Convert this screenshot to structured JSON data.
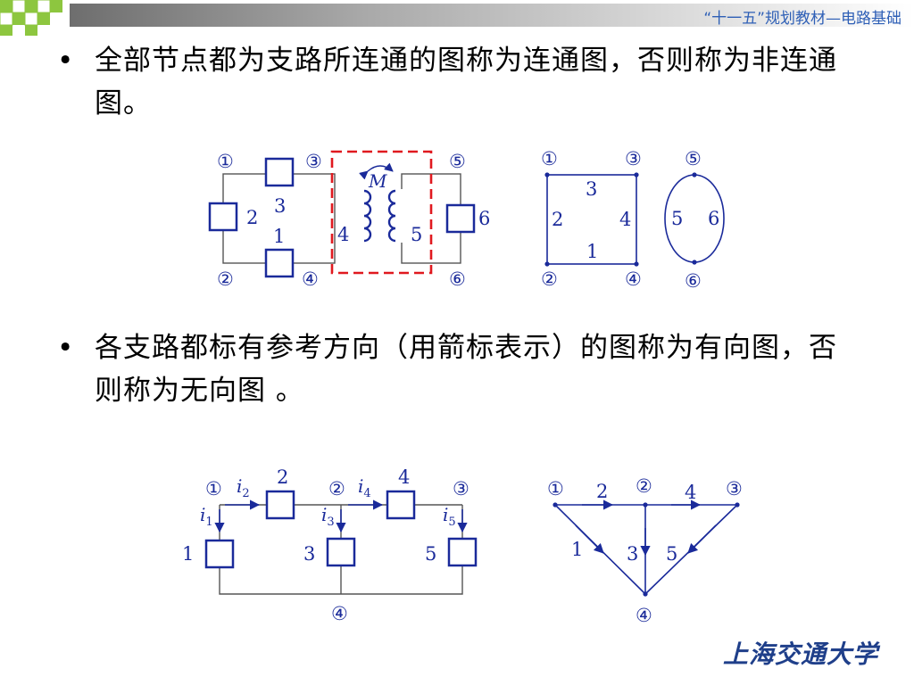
{
  "header": {
    "caption": "“十一五”规划教材—电路基础"
  },
  "bullets": [
    {
      "marker": "•",
      "text": "全部节点都为支路所连通的图称为连通图，否则称为非连通图。"
    },
    {
      "marker": "•",
      "text": "各支路都标有参考方向（用箭标表示）的图称为有向图，否则称为无向图 。"
    }
  ],
  "figures": {
    "circuit_1": {
      "nodes": [
        "①",
        "③",
        "⑤",
        "②",
        "④",
        "⑥"
      ],
      "branches": [
        "3",
        "2",
        "1",
        "4",
        "5",
        "6"
      ],
      "mutual": "M"
    },
    "graph_1": {
      "nodes": [
        "①",
        "③",
        "⑤",
        "②",
        "④",
        "⑥"
      ],
      "edges": [
        "3",
        "2",
        "4",
        "1",
        "5",
        "6"
      ]
    },
    "circuit_2": {
      "nodes": [
        "①",
        "②",
        "③",
        "④"
      ],
      "branches": [
        "2",
        "4",
        "1",
        "3",
        "5"
      ],
      "currents": [
        {
          "sym": "i",
          "sub": "2"
        },
        {
          "sym": "i",
          "sub": "4"
        },
        {
          "sym": "i",
          "sub": "1"
        },
        {
          "sym": "i",
          "sub": "3"
        },
        {
          "sym": "i",
          "sub": "5"
        }
      ]
    },
    "graph_2": {
      "nodes": [
        "①",
        "②",
        "③",
        "④"
      ],
      "edges": [
        "2",
        "4",
        "1",
        "3",
        "5"
      ]
    }
  },
  "logo": {
    "text": "上海交通大学"
  },
  "colors": {
    "accent": "#1a2a9a",
    "highlight": "#e0191f",
    "caption": "#2e5fb6"
  }
}
